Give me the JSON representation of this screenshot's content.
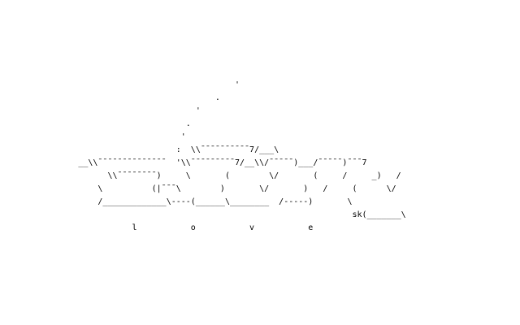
{
  "ascii_art": {
    "lines": [
      "                                                '",
      "                                            .",
      "                                        '",
      "                                      .",
      "                                     '",
      "                                    :  \\\\¯¯¯¯¯¯¯¯¯¯7/___\\",
      "                __\\\\¯¯¯¯¯¯¯¯¯¯¯¯¯¯  '\\\\¯¯¯¯¯¯¯¯¯7/__\\\\/¯¯¯¯¯)___/¯¯¯¯¯)¯¯¯7",
      "                      \\\\¯¯¯¯¯¯¯¯)     \\       (        \\/       (     /     _)   /",
      "                    \\          (|¯¯¯\\        )       \\/       )   /     (      \\/",
      "                    /_____________\\----(______\\________  /-----)       \\",
      "                                                                        sk(_______\\",
      "                           l           o           v           e"
    ],
    "signature": "sk",
    "caption": [
      "l",
      "o",
      "v",
      "e"
    ]
  }
}
